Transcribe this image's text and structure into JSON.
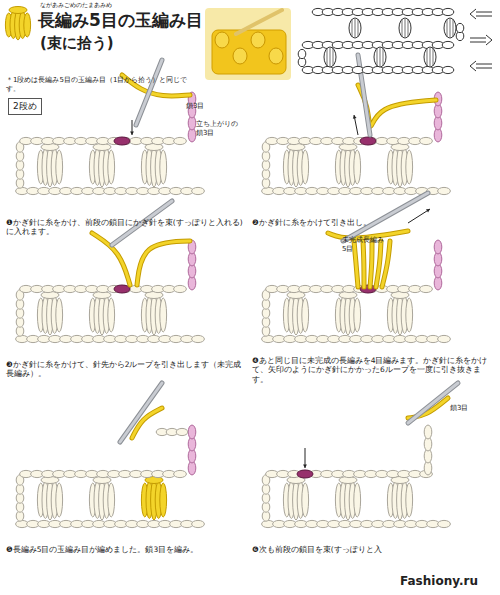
{
  "diagram": {
    "title": "長編み5目の玉編み目",
    "nodes": [
      {
        "text": [
          "2段め"
        ]
      }
    ],
    "labels": [
      "ながあみごめのたまあみめ",
      "(束に拾う)",
      "＊1段めは長編み5目の玉編み目（1目から拾う）と同じです。",
      "鎖3目",
      "立ち上がりの鎖3目",
      "❶かぎ針に糸をかけ、前段の鎖目にかぎ針を束(すっぽりと入れる)に入れます。",
      "❷かぎ針に糸をかけて引き出し。",
      "❸かぎ針に糸をかけて、針先から2ループを引き出します（未完成長編み）。",
      "未完成長編み 5目",
      "❹あと同じ目に未完成の長編みを4目編みます。かぎ針に糸をかけて、矢印のようにかぎ針にかかった6ループを一度に引き抜きます。",
      "❺長編み5目の玉編み目が編めました。鎖3目を編み。",
      "鎖3目",
      "❻次も前段の鎖目を束(すっぽりと入",
      "Fashiony.ru"
    ]
  }
}
